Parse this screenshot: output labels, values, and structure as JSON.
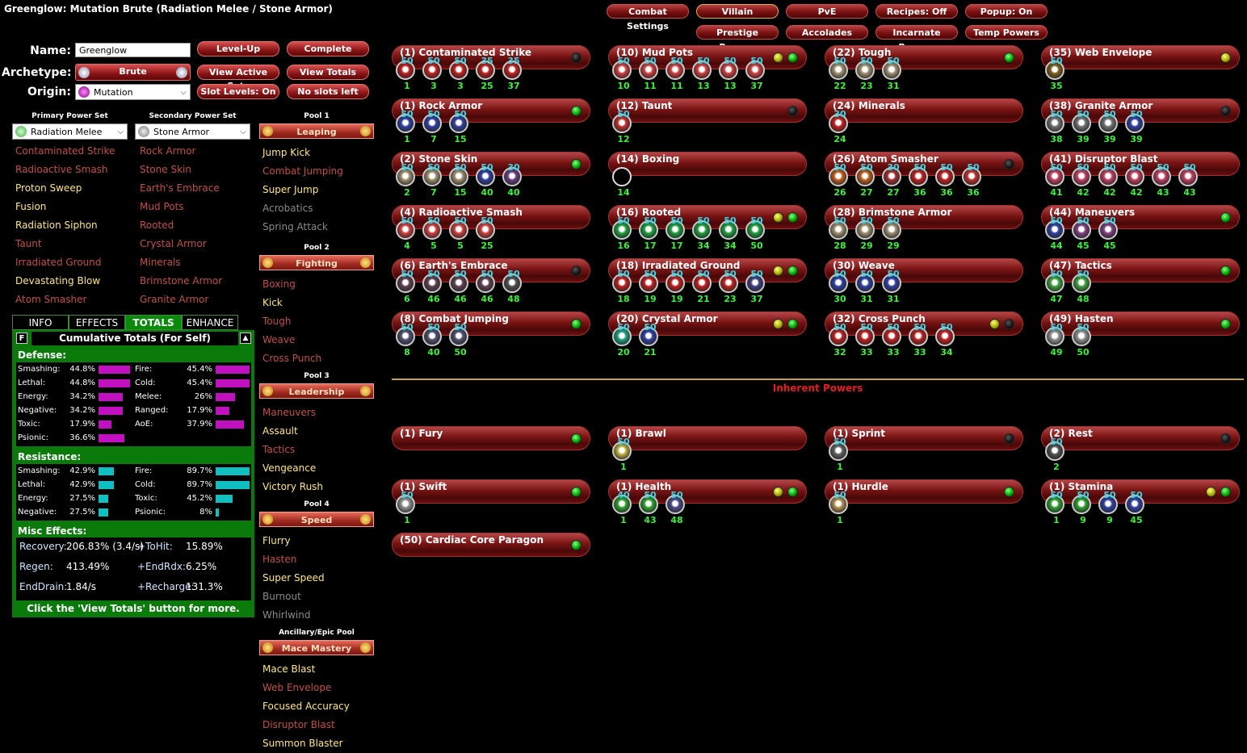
{
  "window": {
    "title": "Greenglow: Mutation Brute (Radiation Melee / Stone Armor)"
  },
  "top_buttons": [
    "Combat Settings",
    "Villain",
    "PvE",
    "Recipes: Off",
    "Popup: On",
    "Prestige Powers",
    "Accolades",
    "Incarnate Powers",
    "Temp Powers"
  ],
  "form": {
    "name_label": "Name:",
    "name_value": "Greenglow",
    "archetype_label": "Archetype:",
    "archetype_value": "Brute",
    "origin_label": "Origin:",
    "origin_value": "Mutation",
    "buttons": [
      "Level-Up",
      "Complete",
      "View Active Sets",
      "View Totals",
      "Slot Levels: On",
      "No slots left"
    ]
  },
  "powersets": {
    "primary_header": "Primary Power Set",
    "primary": "Radiation Melee",
    "secondary_header": "Secondary Power Set",
    "secondary": "Stone Armor",
    "primary_list": [
      {
        "name": "Contaminated Strike",
        "state": "dim"
      },
      {
        "name": "Radioactive Smash",
        "state": "dim"
      },
      {
        "name": "Proton Sweep",
        "state": "sel"
      },
      {
        "name": "Fusion",
        "state": "sel"
      },
      {
        "name": "Radiation Siphon",
        "state": "sel"
      },
      {
        "name": "Taunt",
        "state": "dim"
      },
      {
        "name": "Irradiated Ground",
        "state": "dim"
      },
      {
        "name": "Devastating Blow",
        "state": "sel"
      },
      {
        "name": "Atom Smasher",
        "state": "dim"
      }
    ],
    "secondary_list": [
      {
        "name": "Rock Armor",
        "state": "dim"
      },
      {
        "name": "Stone Skin",
        "state": "dim"
      },
      {
        "name": "Earth's Embrace",
        "state": "dim"
      },
      {
        "name": "Mud Pots",
        "state": "dim"
      },
      {
        "name": "Rooted",
        "state": "dim"
      },
      {
        "name": "Crystal Armor",
        "state": "dim"
      },
      {
        "name": "Minerals",
        "state": "dim"
      },
      {
        "name": "Brimstone Armor",
        "state": "dim"
      },
      {
        "name": "Granite Armor",
        "state": "dim"
      }
    ]
  },
  "pools": [
    {
      "header": "Pool 1",
      "name": "Leaping",
      "items": [
        {
          "name": "Jump Kick",
          "state": "sel"
        },
        {
          "name": "Combat Jumping",
          "state": "dim"
        },
        {
          "name": "Super Jump",
          "state": "sel"
        },
        {
          "name": "Acrobatics",
          "state": "gray"
        },
        {
          "name": "Spring Attack",
          "state": "gray"
        }
      ]
    },
    {
      "header": "Pool 2",
      "name": "Fighting",
      "items": [
        {
          "name": "Boxing",
          "state": "dim"
        },
        {
          "name": "Kick",
          "state": "sel"
        },
        {
          "name": "Tough",
          "state": "dim"
        },
        {
          "name": "Weave",
          "state": "dim"
        },
        {
          "name": "Cross Punch",
          "state": "dim"
        }
      ]
    },
    {
      "header": "Pool 3",
      "name": "Leadership",
      "items": [
        {
          "name": "Maneuvers",
          "state": "dim"
        },
        {
          "name": "Assault",
          "state": "sel"
        },
        {
          "name": "Tactics",
          "state": "dim"
        },
        {
          "name": "Vengeance",
          "state": "sel"
        },
        {
          "name": "Victory Rush",
          "state": "sel"
        }
      ]
    },
    {
      "header": "Pool 4",
      "name": "Speed",
      "items": [
        {
          "name": "Flurry",
          "state": "sel"
        },
        {
          "name": "Hasten",
          "state": "dim"
        },
        {
          "name": "Super Speed",
          "state": "sel"
        },
        {
          "name": "Burnout",
          "state": "gray"
        },
        {
          "name": "Whirlwind",
          "state": "gray"
        }
      ]
    },
    {
      "header": "Ancillary/Epic Pool",
      "name": "Mace Mastery",
      "items": [
        {
          "name": "Mace Blast",
          "state": "sel"
        },
        {
          "name": "Web Envelope",
          "state": "dim"
        },
        {
          "name": "Focused Accuracy",
          "state": "sel"
        },
        {
          "name": "Disruptor Blast",
          "state": "dim"
        },
        {
          "name": "Summon Blaster",
          "state": "sel"
        }
      ]
    }
  ],
  "tabs": [
    "INFO",
    "EFFECTS",
    "TOTALS",
    "ENHANCE"
  ],
  "totals": {
    "f_button": "F",
    "title": "Cumulative Totals (For Self)",
    "defense_label": "Defense:",
    "defense": [
      {
        "label": "Smashing:",
        "value": "44.8%",
        "v": 44.8
      },
      {
        "label": "Fire:",
        "value": "45.4%",
        "v": 45.4
      },
      {
        "label": "Lethal:",
        "value": "44.8%",
        "v": 44.8
      },
      {
        "label": "Cold:",
        "value": "45.4%",
        "v": 45.4
      },
      {
        "label": "Energy:",
        "value": "34.2%",
        "v": 34.2
      },
      {
        "label": "Melee:",
        "value": "26%",
        "v": 26
      },
      {
        "label": "Negative:",
        "value": "34.2%",
        "v": 34.2
      },
      {
        "label": "Ranged:",
        "value": "17.9%",
        "v": 17.9
      },
      {
        "label": "Toxic:",
        "value": "17.9%",
        "v": 17.9
      },
      {
        "label": "AoE:",
        "value": "37.9%",
        "v": 37.9
      },
      {
        "label": "Psionic:",
        "value": "36.6%",
        "v": 36.6
      }
    ],
    "resistance_label": "Resistance:",
    "resistance": [
      {
        "label": "Smashing:",
        "value": "42.9%",
        "v": 42.9
      },
      {
        "label": "Fire:",
        "value": "89.7%",
        "v": 89.7
      },
      {
        "label": "Lethal:",
        "value": "42.9%",
        "v": 42.9
      },
      {
        "label": "Cold:",
        "value": "89.7%",
        "v": 89.7
      },
      {
        "label": "Energy:",
        "value": "27.5%",
        "v": 27.5
      },
      {
        "label": "Toxic:",
        "value": "45.2%",
        "v": 45.2
      },
      {
        "label": "Negative:",
        "value": "27.5%",
        "v": 27.5
      },
      {
        "label": "Psionic:",
        "value": "8%",
        "v": 8
      }
    ],
    "misc_label": "Misc Effects:",
    "misc": [
      {
        "label": "Recovery:",
        "value": "206.83% (3.4/s)"
      },
      {
        "label": "+ToHit:",
        "value": "15.89%"
      },
      {
        "label": "Regen:",
        "value": "413.49%"
      },
      {
        "label": "+EndRdx:",
        "value": "6.25%"
      },
      {
        "label": "EndDrain:",
        "value": "1.84/s"
      },
      {
        "label": "+Recharge:",
        "value": "131.3%"
      }
    ],
    "footer": "Click the 'View Totals' button for more."
  },
  "powers": [
    {
      "name": "(1) Contaminated Strike",
      "led": [
        "k"
      ],
      "slots": [
        [
          50,
          1,
          "#c02020"
        ],
        [
          50,
          3,
          "#c02020"
        ],
        [
          50,
          3,
          "#c02020"
        ],
        [
          35,
          25,
          "#c02020"
        ],
        [
          35,
          37,
          "#c02020"
        ]
      ]
    },
    {
      "name": "(10) Mud Pots",
      "led": [
        "y",
        "g"
      ],
      "slots": [
        [
          50,
          10,
          "#d04040"
        ],
        [
          50,
          11,
          "#d04040"
        ],
        [
          50,
          11,
          "#d04040"
        ],
        [
          50,
          13,
          "#d04040"
        ],
        [
          50,
          13,
          "#d04040"
        ],
        [
          50,
          37,
          "#d04040"
        ]
      ]
    },
    {
      "name": "(22) Tough",
      "led": [
        "g"
      ],
      "slots": [
        [
          50,
          22,
          "#a09070"
        ],
        [
          50,
          23,
          "#a09070"
        ],
        [
          50,
          31,
          "#a09070"
        ]
      ]
    },
    {
      "name": "(35) Web Envelope",
      "led": [
        "y"
      ],
      "slots": [
        [
          50,
          35,
          "#806020"
        ]
      ]
    },
    {
      "name": "(1) Rock Armor",
      "led": [
        "g"
      ],
      "slots": [
        [
          50,
          1,
          "#3040a0"
        ],
        [
          50,
          7,
          "#3040a0"
        ],
        [
          50,
          15,
          "#3040a0"
        ]
      ]
    },
    {
      "name": "(12) Taunt",
      "led": [
        "k"
      ],
      "slots": [
        [
          50,
          12,
          "#c03030"
        ]
      ]
    },
    {
      "name": "(24) Minerals",
      "led": [],
      "slots": [
        [
          30,
          24,
          "#c02020"
        ]
      ]
    },
    {
      "name": "(38) Granite Armor",
      "led": [
        "k"
      ],
      "slots": [
        [
          50,
          38,
          "#707070"
        ],
        [
          50,
          39,
          "#707070"
        ],
        [
          50,
          39,
          "#707070"
        ],
        [
          50,
          39,
          "#3040a0"
        ]
      ]
    },
    {
      "name": "(2) Stone Skin",
      "led": [
        "g"
      ],
      "slots": [
        [
          50,
          2,
          "#a09070"
        ],
        [
          50,
          7,
          "#a09070"
        ],
        [
          50,
          15,
          "#a09070"
        ],
        [
          50,
          40,
          "#3040a0"
        ],
        [
          30,
          40,
          "#6a4080"
        ]
      ]
    },
    {
      "name": "(14) Boxing",
      "led": [],
      "slots": [
        [
          null,
          14,
          "#000"
        ]
      ]
    },
    {
      "name": "(26) Atom Smasher",
      "led": [
        "k"
      ],
      "slots": [
        [
          50,
          26,
          "#c06020"
        ],
        [
          50,
          27,
          "#c06020"
        ],
        [
          30,
          27,
          "#a03030"
        ],
        [
          50,
          36,
          "#c02020"
        ],
        [
          50,
          36,
          "#c02020"
        ],
        [
          50,
          36,
          "#c03030"
        ]
      ]
    },
    {
      "name": "(41) Disruptor Blast",
      "led": [],
      "slots": [
        [
          50,
          41,
          "#c04060"
        ],
        [
          50,
          42,
          "#c04060"
        ],
        [
          50,
          42,
          "#c04060"
        ],
        [
          50,
          42,
          "#c04060"
        ],
        [
          50,
          43,
          "#c04060"
        ],
        [
          50,
          43,
          "#c04060"
        ]
      ]
    },
    {
      "name": "(4) Radioactive Smash",
      "led": [],
      "slots": [
        [
          50,
          4,
          "#d04040"
        ],
        [
          50,
          5,
          "#d04040"
        ],
        [
          50,
          5,
          "#d04040"
        ],
        [
          50,
          25,
          "#d04040"
        ]
      ]
    },
    {
      "name": "(16) Rooted",
      "led": [
        "y",
        "g"
      ],
      "slots": [
        [
          50,
          16,
          "#20a040"
        ],
        [
          50,
          17,
          "#20a040"
        ],
        [
          50,
          17,
          "#20a040"
        ],
        [
          50,
          34,
          "#20a040"
        ],
        [
          50,
          34,
          "#20a040"
        ],
        [
          50,
          50,
          "#20a040"
        ]
      ]
    },
    {
      "name": "(28) Brimstone Armor",
      "led": [],
      "slots": [
        [
          50,
          28,
          "#a09070"
        ],
        [
          50,
          29,
          "#a09070"
        ],
        [
          50,
          29,
          "#a09070"
        ]
      ]
    },
    {
      "name": "(44) Maneuvers",
      "led": [
        "g"
      ],
      "slots": [
        [
          50,
          44,
          "#3040a0"
        ],
        [
          50,
          45,
          "#804080"
        ],
        [
          50,
          45,
          "#804080"
        ]
      ]
    },
    {
      "name": "(6) Earth's Embrace",
      "led": [
        "k"
      ],
      "slots": [
        [
          50,
          6,
          "#604050"
        ],
        [
          50,
          46,
          "#604050"
        ],
        [
          50,
          46,
          "#604050"
        ],
        [
          50,
          46,
          "#604050"
        ],
        [
          50,
          48,
          "#505050"
        ]
      ]
    },
    {
      "name": "(18) Irradiated Ground",
      "led": [
        "y",
        "g"
      ],
      "slots": [
        [
          50,
          18,
          "#c02020"
        ],
        [
          50,
          19,
          "#c02020"
        ],
        [
          50,
          19,
          "#c02020"
        ],
        [
          50,
          21,
          "#c02020"
        ],
        [
          50,
          23,
          "#c02020"
        ],
        [
          50,
          37,
          "#404080"
        ]
      ]
    },
    {
      "name": "(30) Weave",
      "led": [],
      "slots": [
        [
          50,
          30,
          "#3040a0"
        ],
        [
          50,
          31,
          "#3040a0"
        ],
        [
          50,
          31,
          "#3040a0"
        ]
      ]
    },
    {
      "name": "(47) Tactics",
      "led": [
        "g"
      ],
      "slots": [
        [
          50,
          47,
          "#40a040"
        ],
        [
          50,
          48,
          "#40a040"
        ]
      ]
    },
    {
      "name": "(8) Combat Jumping",
      "led": [
        "g"
      ],
      "slots": [
        [
          50,
          8,
          "#505070"
        ],
        [
          50,
          40,
          "#505070"
        ],
        [
          50,
          50,
          "#505070"
        ]
      ]
    },
    {
      "name": "(20) Crystal Armor",
      "led": [
        "y",
        "g"
      ],
      "slots": [
        [
          50,
          20,
          "#20a080"
        ],
        [
          50,
          21,
          "#3040a0"
        ]
      ]
    },
    {
      "name": "(32) Cross Punch",
      "led": [
        "y",
        "k"
      ],
      "slots": [
        [
          50,
          32,
          "#c02020"
        ],
        [
          50,
          33,
          "#c02020"
        ],
        [
          50,
          33,
          "#c02020"
        ],
        [
          50,
          33,
          "#c02020"
        ],
        [
          50,
          34,
          "#c02020"
        ]
      ]
    },
    {
      "name": "(49) Hasten",
      "led": [
        "g"
      ],
      "slots": [
        [
          50,
          49,
          "#909090"
        ],
        [
          50,
          50,
          "#909090"
        ]
      ]
    }
  ],
  "inherent_label": "Inherent Powers",
  "inherent": [
    {
      "name": "(1) Fury",
      "led": [
        "g"
      ],
      "slots": []
    },
    {
      "name": "(1) Brawl",
      "led": [],
      "slots": [
        [
          50,
          1,
          "#c0b040"
        ]
      ]
    },
    {
      "name": "(1) Sprint",
      "led": [
        "k"
      ],
      "slots": [
        [
          50,
          1,
          "#606060"
        ]
      ]
    },
    {
      "name": "(2) Rest",
      "led": [
        "k"
      ],
      "slots": [
        [
          50,
          2,
          "#505050"
        ]
      ]
    },
    {
      "name": "(1) Swift",
      "led": [
        "g"
      ],
      "slots": [
        [
          50,
          1,
          "#909090"
        ]
      ]
    },
    {
      "name": "(1) Health",
      "led": [
        "y",
        "g"
      ],
      "slots": [
        [
          40,
          1,
          "#30a030"
        ],
        [
          50,
          43,
          "#30a030"
        ],
        [
          50,
          48,
          "#4a4a8a"
        ]
      ]
    },
    {
      "name": "(1) Hurdle",
      "led": [
        "g"
      ],
      "slots": [
        [
          50,
          1,
          "#b09050"
        ]
      ]
    },
    {
      "name": "(1) Stamina",
      "led": [
        "y",
        "g"
      ],
      "slots": [
        [
          50,
          1,
          "#30a030"
        ],
        [
          50,
          9,
          "#30a030"
        ],
        [
          50,
          9,
          "#3040a0"
        ],
        [
          50,
          45,
          "#3040a0"
        ]
      ]
    },
    {
      "name": "(50) Cardiac Core Paragon",
      "led": [
        "g"
      ],
      "slots": []
    }
  ],
  "colors": {
    "accent_red": "#8a1414",
    "defense_bar": "#c010c0",
    "resistance_bar": "#10c0c0",
    "panel_green": "#0a7a0a",
    "slot_level": "#30d8e8",
    "slot_acquired": "#3cf03c"
  }
}
